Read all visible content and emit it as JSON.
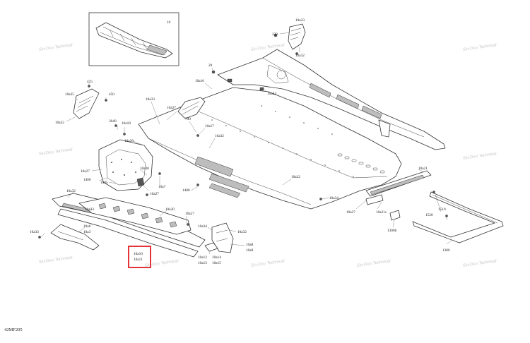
{
  "document_code": "42MF205",
  "watermark_text": "Ski-Doo Technical",
  "labels": {
    "inset": "10",
    "l230": "230",
    "l10a23": "10a23",
    "l10a32_a": "10a32",
    "l20": "20",
    "l10a16": "10a16",
    "l10a24": "10a24",
    "l425": "425",
    "l10a25": "10a25",
    "l450": "450",
    "l10a32_b": "10a32",
    "l10a33_a": "10a33",
    "l10a27_a": "10a27",
    "l3040": "3040",
    "l10a18": "10a18",
    "l790": "790",
    "l10a17": "10a17",
    "l10a28": "10a28",
    "l10a32_c": "10a32",
    "l10a27_b": "10a27",
    "l1400_a": "1400",
    "l1405": "1405",
    "l10a30_a": "10a30",
    "l10a27_c": "10a27",
    "l10a7": "10a7",
    "l1400_b": "1400",
    "l10a32_d": "10a32",
    "l10a21": "10a21",
    "l10a32_e": "10a32",
    "l10a34_a": "10a34",
    "l10a27_d": "10a27",
    "l10a21c": "10a21c",
    "l1510": "1510",
    "l1520": "1520",
    "l1300h": "1300h",
    "l10a32_f": "10a32",
    "l10a33_b": "10a33",
    "l10a30_b": "10a30",
    "l10a27_e": "10a27",
    "l10a34_b": "10a34",
    "l10a32_g": "10a32",
    "l10a33_c": "10a33",
    "l10a6": "10a6",
    "l10a3": "10a3",
    "l10a10": "10a10",
    "l10a11": "10a11",
    "l10a12": "10a12",
    "l10a13": "10a13",
    "l10a14": "10a14",
    "l10a15": "10a15",
    "l10a8": "10a8",
    "l10a9": "10a9",
    "l1300": "1300"
  },
  "highlight_color": "#e01e24"
}
